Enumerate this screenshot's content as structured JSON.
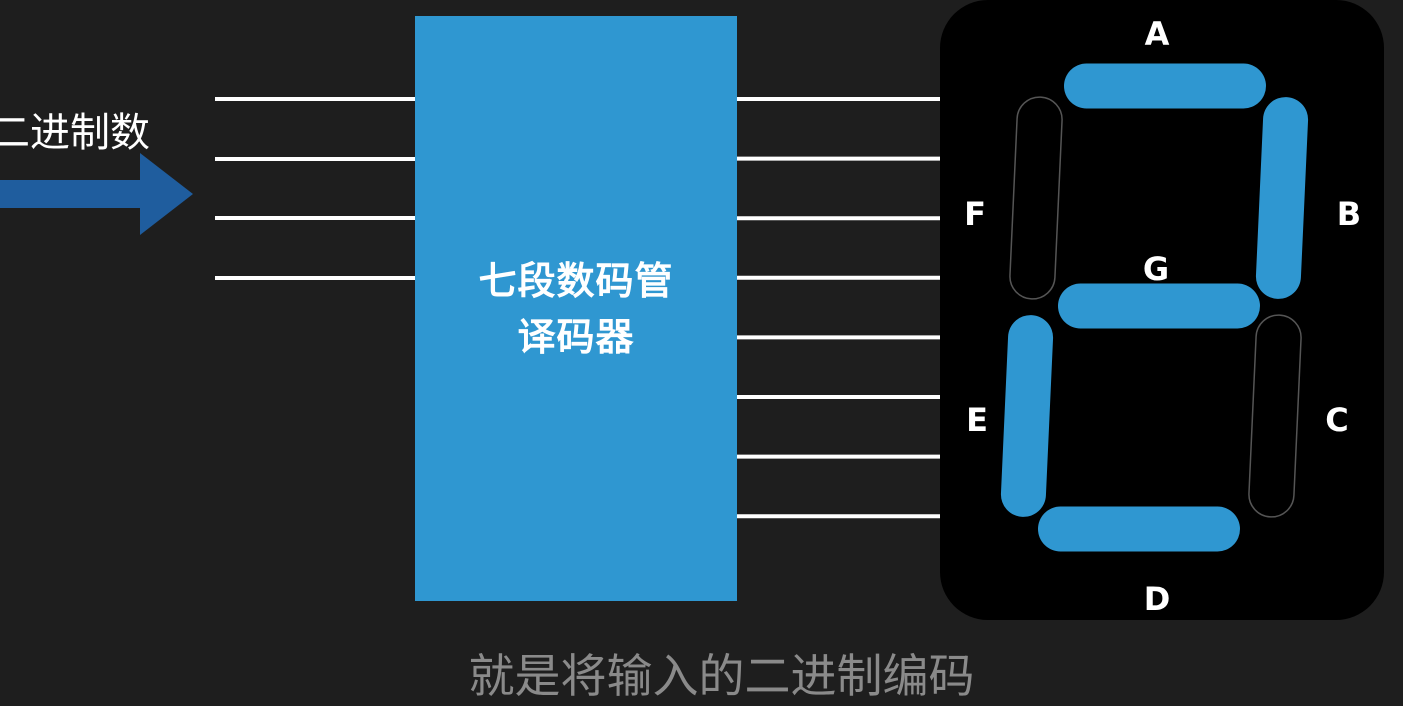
{
  "input": {
    "label": "二进制数",
    "arrow_color": "#1f5d9e",
    "line_count": 4
  },
  "decoder": {
    "line1": "七段数码管",
    "line2": "译码器",
    "color": "#2f97d1"
  },
  "outputs": {
    "line_count": 8
  },
  "display": {
    "background": "#000000",
    "segment_on_color": "#2f97d1",
    "segment_off_stroke": "#555555",
    "segments": [
      {
        "name": "A",
        "on": true
      },
      {
        "name": "B",
        "on": true
      },
      {
        "name": "C",
        "on": false
      },
      {
        "name": "D",
        "on": true
      },
      {
        "name": "E",
        "on": true
      },
      {
        "name": "F",
        "on": false
      },
      {
        "name": "G",
        "on": true
      }
    ]
  },
  "subtitle": "就是将输入的二进制编码"
}
